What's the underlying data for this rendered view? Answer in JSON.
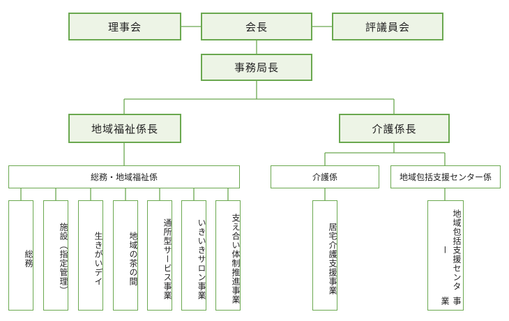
{
  "nodes": {
    "rijikai": "理事会",
    "kaicho": "会長",
    "hyogiinkai": "評議員会",
    "jimukyokucho": "事務局長",
    "chiiki_fukushi_kakaricho": "地域福祉係長",
    "kaigo_kakaricho": "介護係長",
    "somu_chiiki_fukushi_kakari": "総務・地域福祉係",
    "kaigo_kakari": "介護係",
    "chiiki_hokatsu_center_kakari": "地域包括支援センター係",
    "somu": "総務",
    "shisetsu": "施設（指定管理）",
    "ikigai_day": "生きがいデイ",
    "chiiki_no_chanoma": "地域の茶の間",
    "tsusho_service": "通所型サービス事業",
    "ikiiki_salon": "いきいきサロン事業",
    "sasaeai_taisei": "支え合い体制推進事業",
    "kyotaku_kaigo_shien": "居宅介護支援事業",
    "hokatsu_center_jigyo_col1": "事業",
    "hokatsu_center_jigyo_col2": "地域包括支援センター"
  },
  "colors": {
    "border": "#6aa84f",
    "fill": "#edf4e6",
    "line": "#6aa84f"
  }
}
